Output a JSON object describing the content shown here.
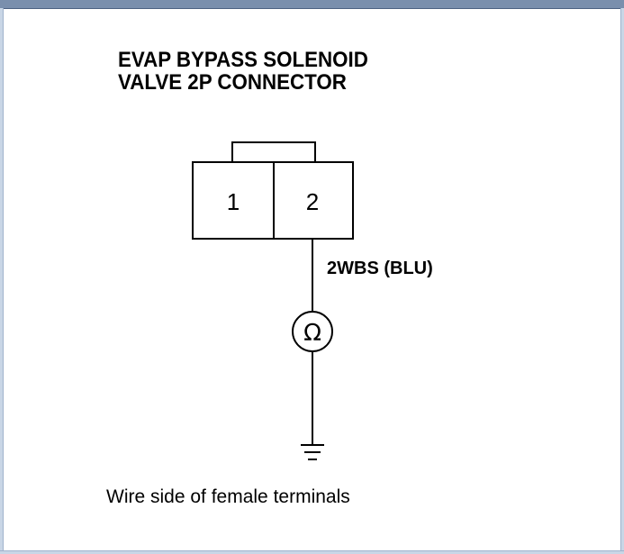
{
  "diagram": {
    "title_line1": "EVAP BYPASS SOLENOID",
    "title_line2": "VALVE 2P CONNECTOR",
    "pin_1": "1",
    "pin_2": "2",
    "wire_label": "2WBS (BLU)",
    "meter_symbol": "Ω",
    "caption": "Wire side of female terminals"
  },
  "icons": {
    "meter": "ohmmeter-icon",
    "ground": "ground-icon"
  },
  "colors": {
    "frame_bar": "#7a8fad",
    "frame_border": "#c9d6e6",
    "line": "#000000"
  }
}
